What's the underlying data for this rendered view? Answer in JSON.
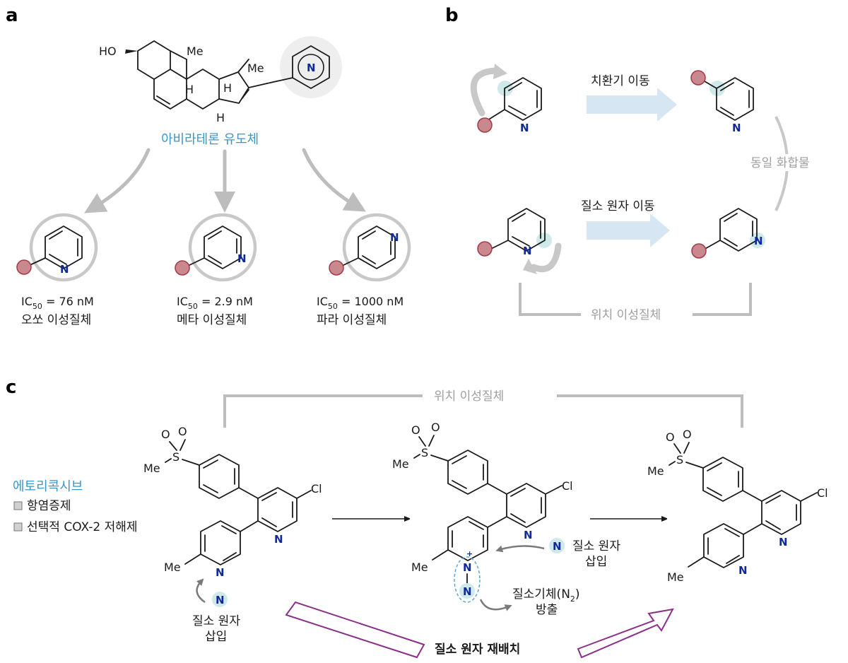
{
  "panel_a": {
    "letter": "a",
    "derivative_label": "아비라테론 유도체",
    "atoms": {
      "ho": "HO",
      "me1": "Me",
      "me2": "Me",
      "h1": "H",
      "h2": "H",
      "h3": "H",
      "n": "N"
    },
    "isomers": [
      {
        "n": "N",
        "ic_prefix": "IC",
        "ic_sub": "50",
        "ic_value": " = 76 nM",
        "name": "오쏘 이성질체"
      },
      {
        "n": "N",
        "ic_prefix": "IC",
        "ic_sub": "50",
        "ic_value": " = 2.9 nM",
        "name": "메타 이성질체"
      },
      {
        "n": "N",
        "ic_prefix": "IC",
        "ic_sub": "50",
        "ic_value": " = 1000 nM",
        "name": "파라 이성질체"
      }
    ]
  },
  "panel_b": {
    "letter": "b",
    "top_arrow_label": "치환기 이동",
    "bottom_arrow_label": "질소 원자 이동",
    "same_compound": "동일 화합물",
    "positional_isomer": "위치 이성질체",
    "n": "N"
  },
  "panel_c": {
    "letter": "c",
    "positional_isomer": "위치 이성질체",
    "drug_name": "에토리콕시브",
    "legend": [
      "항염증제",
      "선택적 COX-2 저해제"
    ],
    "atoms": {
      "me": "Me",
      "s": "S",
      "o": "O",
      "cl": "Cl",
      "n": "N",
      "plus": "+"
    },
    "n_insert_left": [
      "질소 원자",
      "삽입"
    ],
    "n_insert_mid": [
      "질소 원자",
      "삽입"
    ],
    "n2_release_line1": "질소기체(N",
    "n2_sub": "2",
    "n2_close": ")",
    "n2_release_line2": "방출",
    "bottom_label": "질소 원자 재배치"
  },
  "colors": {
    "substituent_fill": "#c9878e",
    "substituent_stroke": "#a33a45",
    "highlight": "#cfe8ea",
    "process_arrow": "#d6e6f3",
    "gray_arrow": "#bdbdbd",
    "ring_circle": "#c8c8c8",
    "purple": "#8a2f8a",
    "label_blue": "#3a96c8"
  }
}
